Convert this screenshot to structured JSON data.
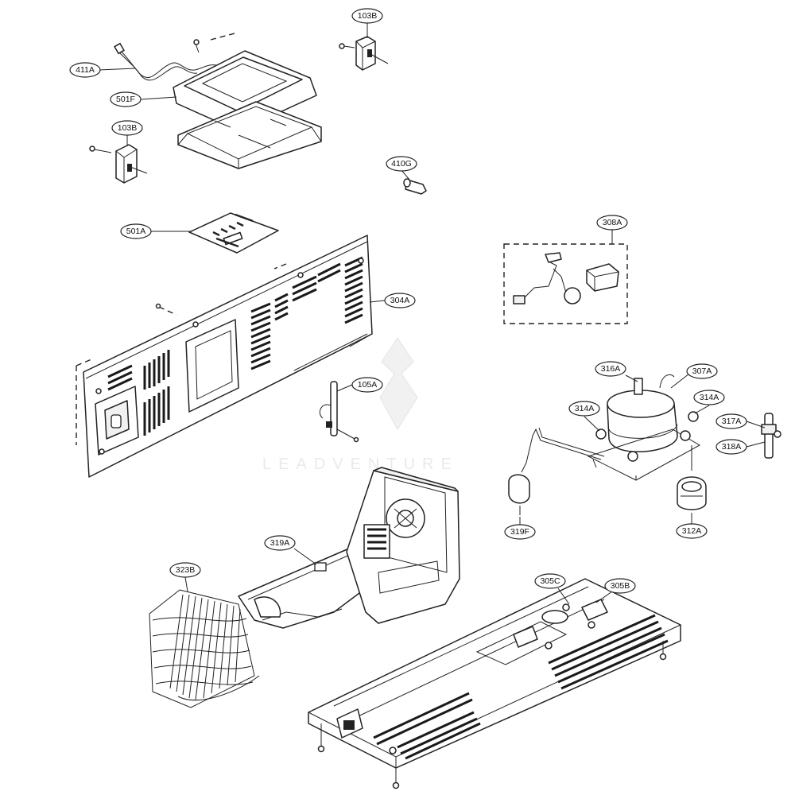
{
  "diagram": {
    "callouts": [
      {
        "label": "411A"
      },
      {
        "label": "103B"
      },
      {
        "label": "501F"
      },
      {
        "label": "103B"
      },
      {
        "label": "410G"
      },
      {
        "label": "501A"
      },
      {
        "label": "308A"
      },
      {
        "label": "304A"
      },
      {
        "label": "105A"
      },
      {
        "label": "316A"
      },
      {
        "label": "307A"
      },
      {
        "label": "314A"
      },
      {
        "label": "314A"
      },
      {
        "label": "317A"
      },
      {
        "label": "318A"
      },
      {
        "label": "319F"
      },
      {
        "label": "312A"
      },
      {
        "label": "319A"
      },
      {
        "label": "323B"
      },
      {
        "label": "305C"
      },
      {
        "label": "305B"
      }
    ],
    "watermark": "LEADVENTURE"
  }
}
